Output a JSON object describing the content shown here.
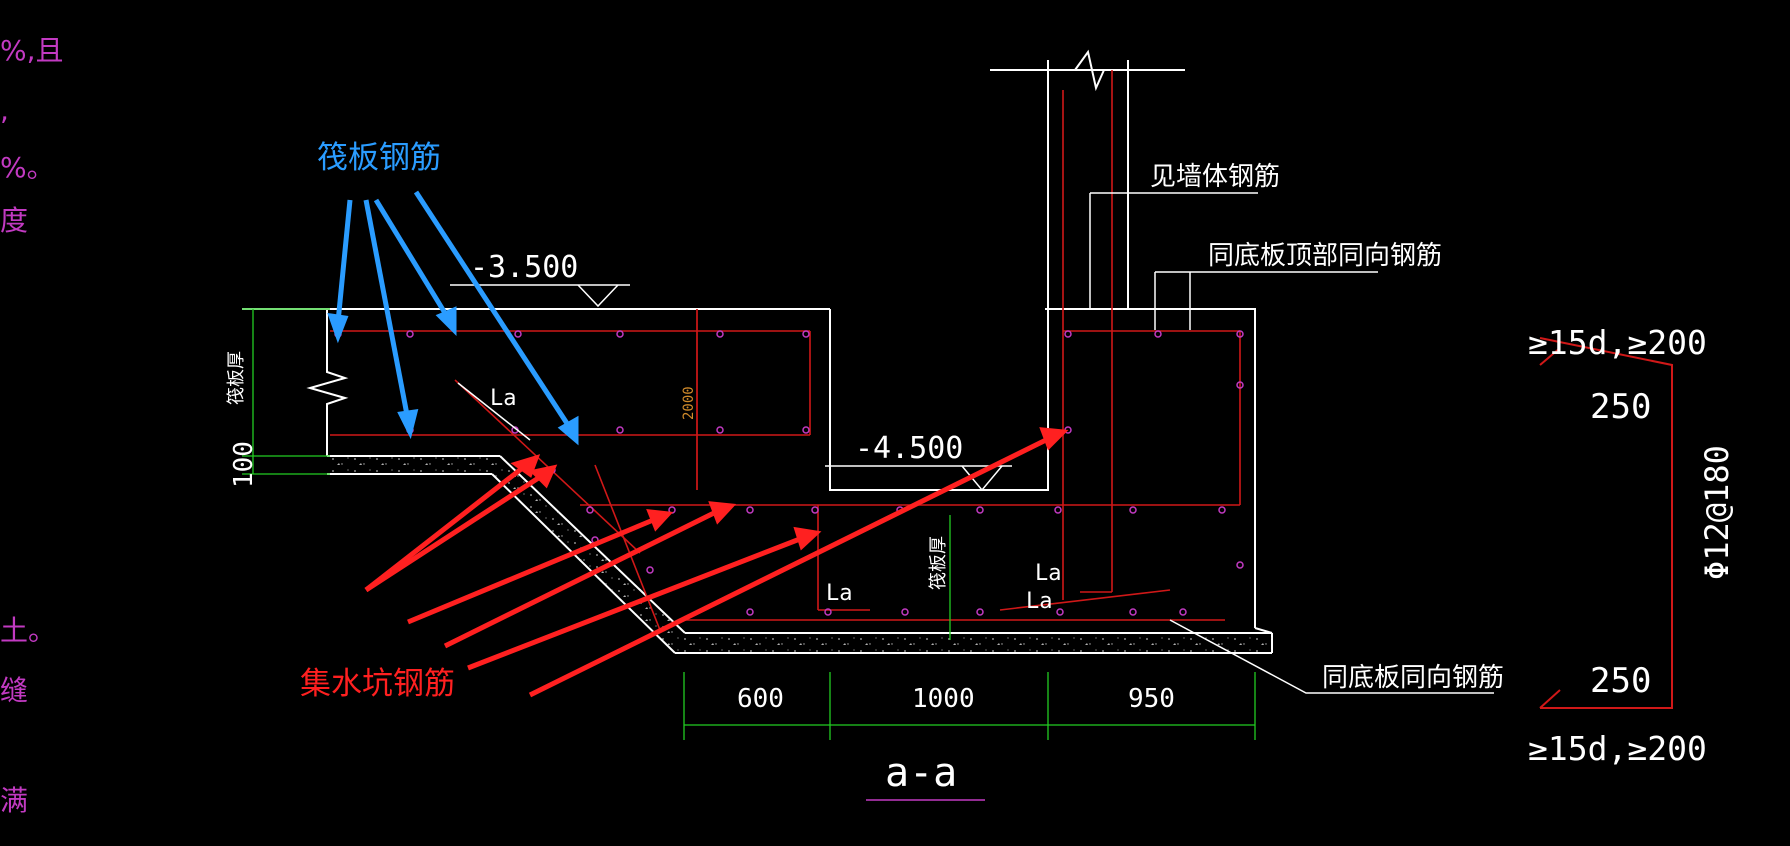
{
  "annotations": {
    "raft_rebar": "筏板钢筋",
    "pit_rebar": "集水坑钢筋"
  },
  "labels": {
    "elev_top": "-3.500",
    "elev_pit": "-4.500",
    "wall_rebar": "见墙体钢筋",
    "top_same_dir": "同底板顶部同向钢筋",
    "bottom_same_dir": "同底板同向钢筋",
    "raft_thickness_left": "筏板厚",
    "raft_thickness_mid": "筏板厚",
    "pad_100": "100",
    "depth_2000": "2000",
    "la_1": "La",
    "la_2": "La",
    "la_3": "La",
    "la_4": "La",
    "section_title": "a-a"
  },
  "dimensions": {
    "d1": "600",
    "d2": "1000",
    "d3": "950"
  },
  "bar_detail": {
    "top_note": "≥15d,≥200",
    "bottom_note": "≥15d,≥200",
    "len_top": "250",
    "len_bottom": "250",
    "bar_spec": "Φ12@180"
  },
  "left_margin_fragments": [
    "%,且",
    ",",
    "%。",
    "度",
    "土。",
    "缝",
    "满"
  ],
  "colors": {
    "background": "#000000",
    "outline": "#ffffff",
    "rebar": "#d01818",
    "dimension": "#22cc22",
    "blue_note": "#2a9cff",
    "red_note": "#ff2020",
    "magenta": "#c23ac2"
  }
}
